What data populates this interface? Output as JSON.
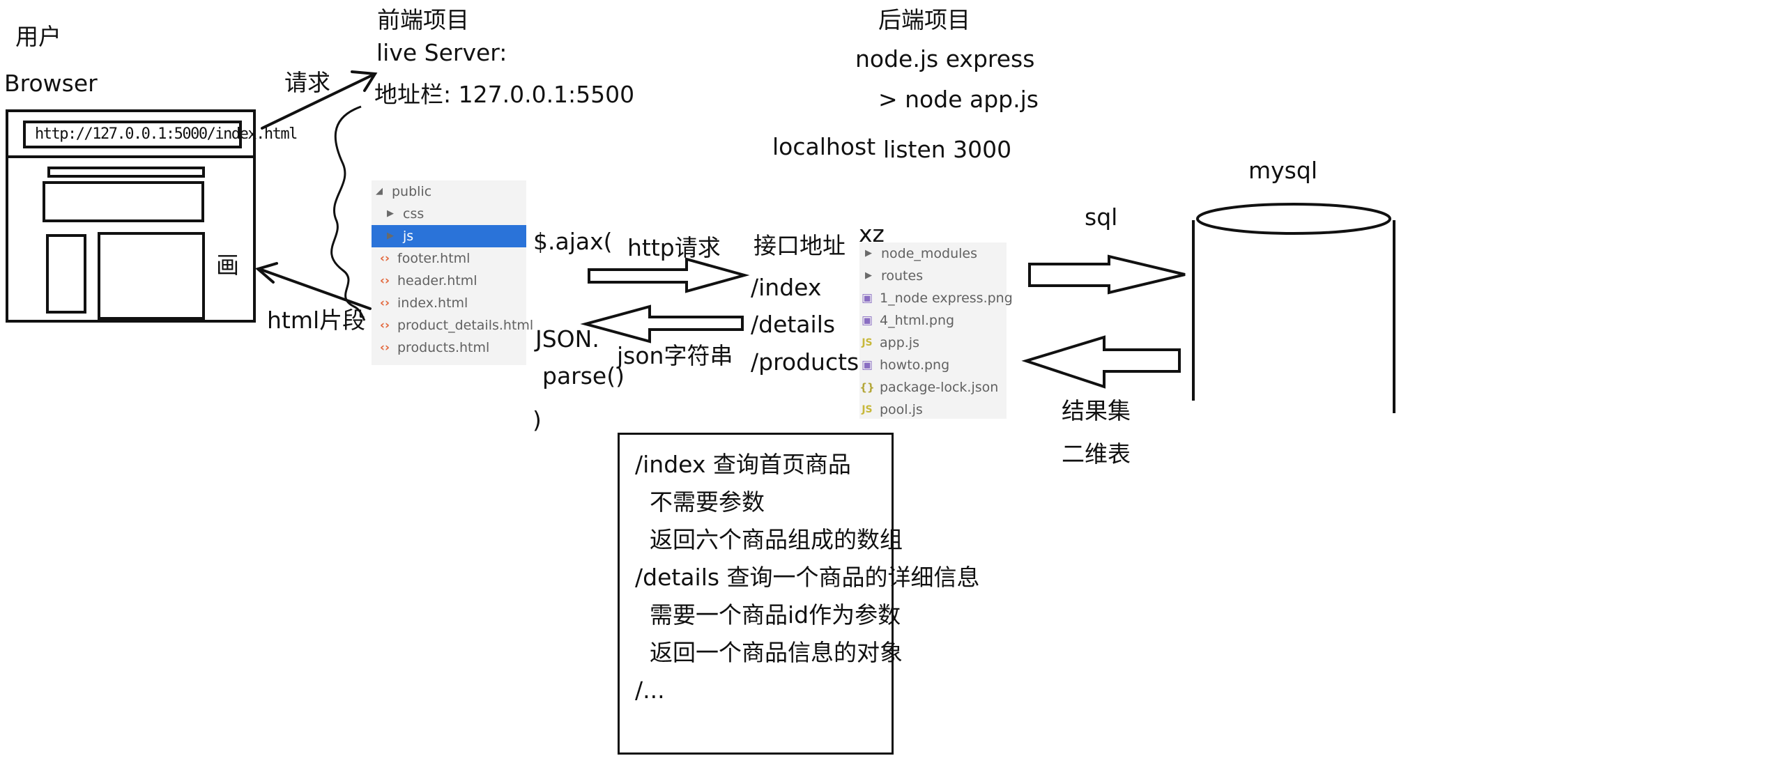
{
  "user": {
    "title": "用户",
    "browser": "Browser",
    "address_url": "http://127.0.0.1:5000/index.html"
  },
  "arrows": {
    "request": "请求",
    "html_fragment": "html片段",
    "paint": "画",
    "http_request": "http请求",
    "json_string": "json字符串",
    "sql": "sql"
  },
  "frontend": {
    "title": "前端项目",
    "server": "live Server:",
    "address": "地址栏: 127.0.0.1:5500"
  },
  "frontend_tree": [
    {
      "label": "public",
      "kind": "folder-open"
    },
    {
      "label": "css",
      "kind": "folder"
    },
    {
      "label": "js",
      "kind": "folder",
      "selected": true
    },
    {
      "label": "footer.html",
      "kind": "html"
    },
    {
      "label": "header.html",
      "kind": "html"
    },
    {
      "label": "index.html",
      "kind": "html"
    },
    {
      "label": "product_details.html",
      "kind": "html"
    },
    {
      "label": "products.html",
      "kind": "html"
    }
  ],
  "ajax": {
    "call": "$.ajax(",
    "json_line1": "JSON.",
    "json_line2": "parse()",
    "close_paren": ")"
  },
  "endpoints": {
    "title": "接口地址",
    "items": [
      "/index",
      "/details",
      "/products"
    ]
  },
  "backend": {
    "title": "后端项目",
    "framework": "node.js express",
    "command": "> node app.js",
    "host": "localhost",
    "listen": "listen 3000"
  },
  "backend_tree": {
    "root": "xz",
    "items": [
      {
        "label": "node_modules",
        "kind": "folder"
      },
      {
        "label": "routes",
        "kind": "folder"
      },
      {
        "label": "1_node express.png",
        "kind": "image"
      },
      {
        "label": "4_html.png",
        "kind": "image"
      },
      {
        "label": "app.js",
        "kind": "js"
      },
      {
        "label": "howto.png",
        "kind": "image"
      },
      {
        "label": "package-lock.json",
        "kind": "json"
      },
      {
        "label": "pool.js",
        "kind": "js"
      }
    ]
  },
  "database": {
    "name": "mysql",
    "result1": "结果集",
    "result2": "二维表"
  },
  "api_notes": [
    "/index  查询首页商品",
    "  不需要参数",
    "  返回六个商品组成的数组",
    "/details 查询一个商品的详细信息",
    "  需要一个商品id作为参数",
    "  返回一个商品信息的对象",
    "/..."
  ],
  "icons": {
    "folder": "chevron-right-icon",
    "folder-open": "chevron-down-icon",
    "html": "html-file-icon",
    "js": "js-file-icon",
    "json": "json-file-icon",
    "image": "image-file-icon"
  }
}
